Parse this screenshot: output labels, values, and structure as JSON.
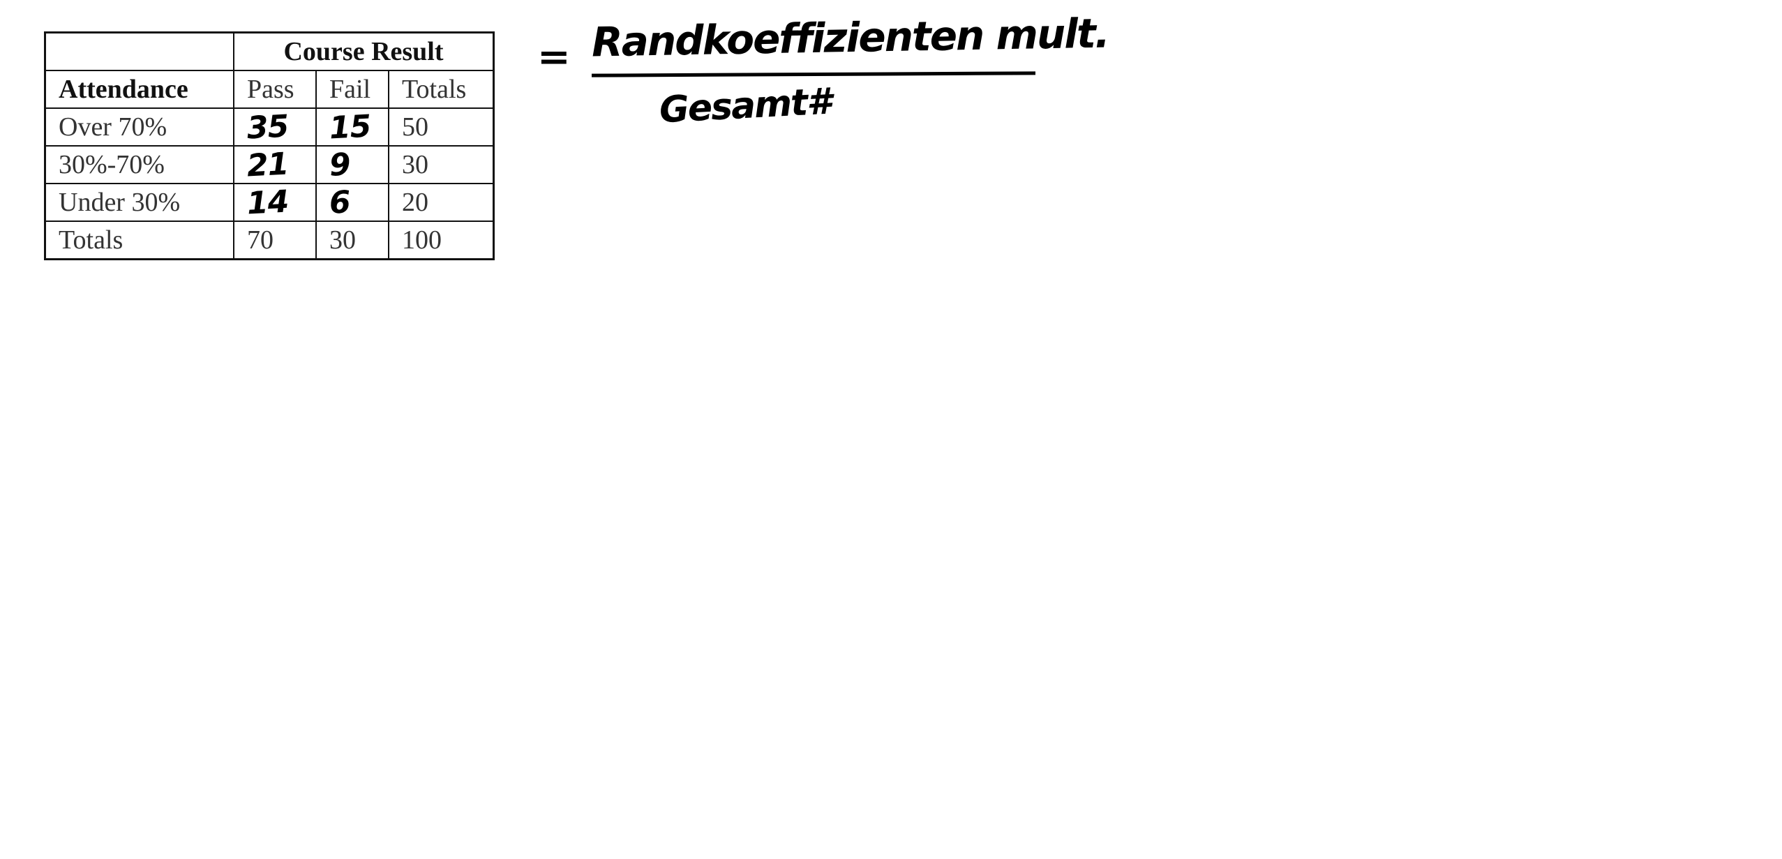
{
  "table": {
    "group_header": "Course Result",
    "row_header": "Attendance",
    "columns": [
      "Pass",
      "Fail",
      "Totals"
    ],
    "rows": [
      {
        "label": "Over 70%",
        "pass": "35",
        "fail": "15",
        "total": "50"
      },
      {
        "label": "30%-70%",
        "pass": "21",
        "fail": "9",
        "total": "30"
      },
      {
        "label": "Under 30%",
        "pass": "14",
        "fail": "6",
        "total": "20"
      }
    ],
    "totals_row": {
      "label": "Totals",
      "pass": "70",
      "fail": "30",
      "total": "100"
    }
  },
  "formula": {
    "equals": "=",
    "numerator": "Randkoeffizienten mult.",
    "denominator": "Gesamt#"
  }
}
